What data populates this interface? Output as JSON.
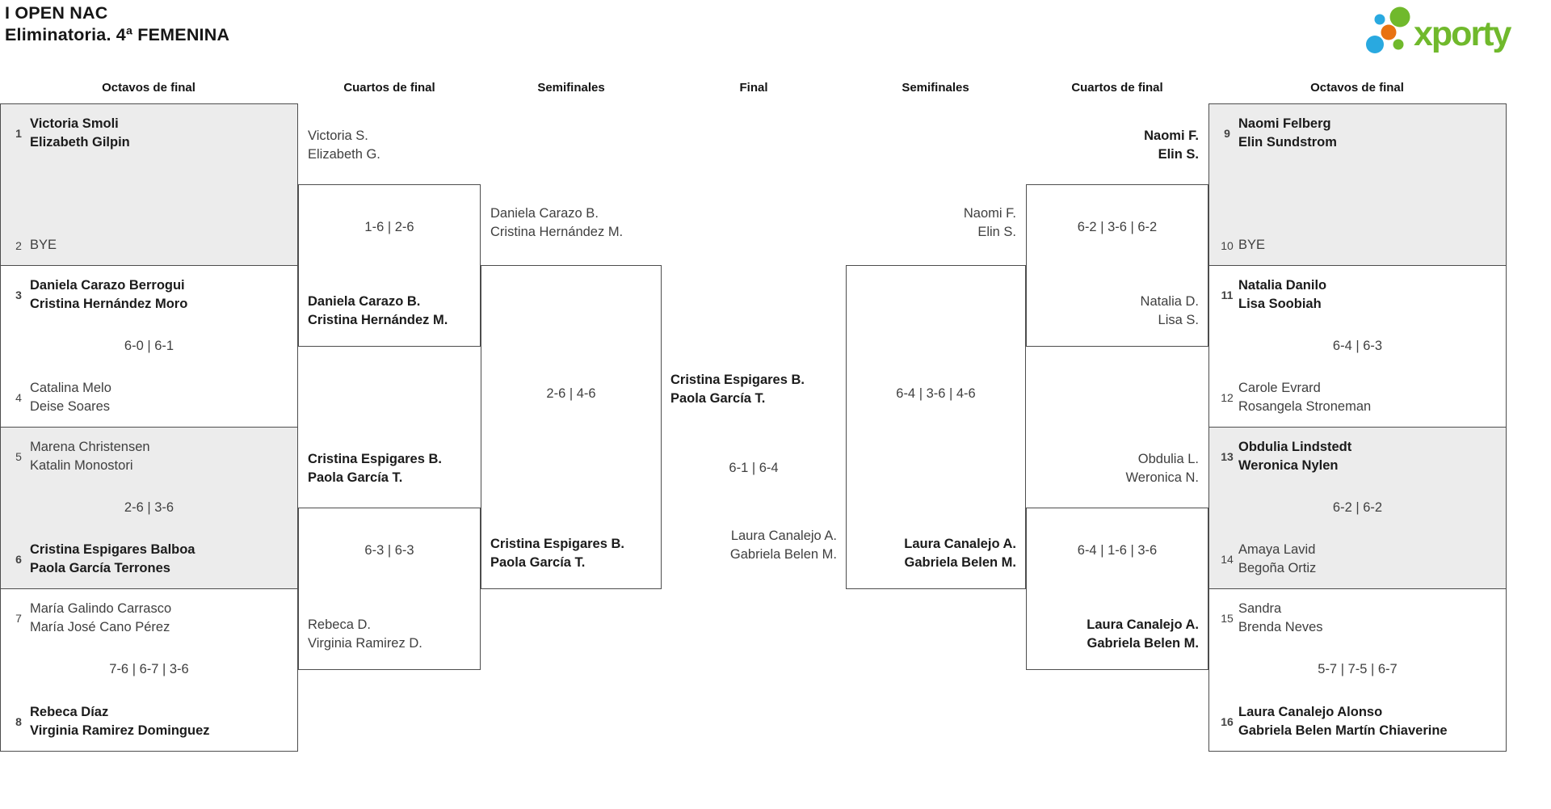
{
  "title": {
    "line1": "I OPEN NAC",
    "line2": "Eliminatoria. 4ª FEMENINA"
  },
  "logo": {
    "text": "xporty",
    "color_green": "#70b92c",
    "color_blue": "#29a9e0",
    "color_orange": "#e87211"
  },
  "round_headers": [
    "Octavos de final",
    "Cuartos de final",
    "Semifinales",
    "Final",
    "Semifinales",
    "Cuartos de final",
    "Octavos de final"
  ],
  "octavos_left": [
    {
      "seed1": "1",
      "team1": [
        "Victoria Smoli",
        "Elizabeth Gilpin"
      ],
      "score": "",
      "seed2": "2",
      "team2": [
        "BYE"
      ]
    },
    {
      "seed1": "3",
      "team1": [
        "Daniela Carazo Berrogui",
        "Cristina Hernández Moro"
      ],
      "score": "6-0 | 6-1",
      "seed2": "4",
      "team2": [
        "Catalina Melo",
        "Deise Soares"
      ]
    },
    {
      "seed1": "5",
      "team1": [
        "Marena Christensen",
        "Katalin Monostori"
      ],
      "score": "2-6 | 3-6",
      "seed2": "6",
      "team2": [
        "Cristina Espigares Balboa",
        "Paola García Terrones"
      ]
    },
    {
      "seed1": "7",
      "team1": [
        "María Galindo Carrasco",
        "María José Cano Pérez"
      ],
      "score": "7-6 | 6-7 | 3-6",
      "seed2": "8",
      "team2": [
        "Rebeca Díaz",
        "Virginia Ramirez Dominguez"
      ]
    }
  ],
  "octavos_right": [
    {
      "seed1": "9",
      "team1": [
        "Naomi Felberg",
        "Elin Sundstrom"
      ],
      "score": "",
      "seed2": "10",
      "team2": [
        "BYE"
      ]
    },
    {
      "seed1": "11",
      "team1": [
        "Natalia Danilo",
        "Lisa Soobiah"
      ],
      "score": "6-4 | 6-3",
      "seed2": "12",
      "team2": [
        "Carole Evrard",
        "Rosangela Stroneman"
      ]
    },
    {
      "seed1": "13",
      "team1": [
        "Obdulia Lindstedt",
        "Weronica Nylen"
      ],
      "score": "6-2 | 6-2",
      "seed2": "14",
      "team2": [
        "Amaya Lavid",
        "Begoña Ortiz"
      ]
    },
    {
      "seed1": "15",
      "team1": [
        "Sandra",
        "Brenda Neves"
      ],
      "score": "5-7 | 7-5 | 6-7",
      "seed2": "16",
      "team2": [
        "Laura Canalejo Alonso",
        "Gabriela Belen Martín Chiaverine"
      ]
    }
  ],
  "cuartos_left": [
    {
      "team1": [
        "Victoria S.",
        "Elizabeth G."
      ],
      "score": "1-6 | 2-6",
      "team2": [
        "Daniela Carazo B.",
        "Cristina Hernández M."
      ]
    },
    {
      "team1": [
        "Cristina Espigares B.",
        "Paola García T."
      ],
      "score": "6-3 | 6-3",
      "team2": [
        "Rebeca D.",
        "Virginia Ramirez D."
      ]
    }
  ],
  "cuartos_right": [
    {
      "team1": [
        "Naomi F.",
        "Elin S."
      ],
      "score": "6-2 | 3-6 | 6-2",
      "team2": [
        "Natalia D.",
        "Lisa S."
      ]
    },
    {
      "team1": [
        "Obdulia L.",
        "Weronica N."
      ],
      "score": "6-4 | 1-6 | 3-6",
      "team2": [
        "Laura Canalejo A.",
        "Gabriela Belen M."
      ]
    }
  ],
  "semifinal_left": {
    "team1": [
      "Daniela Carazo B.",
      "Cristina Hernández M."
    ],
    "score": "2-6 | 4-6",
    "team2": [
      "Cristina Espigares B.",
      "Paola García T."
    ]
  },
  "semifinal_right": {
    "team1": [
      "Naomi F.",
      "Elin S."
    ],
    "score": "6-4 | 3-6 | 4-6",
    "team2": [
      "Laura Canalejo A.",
      "Gabriela Belen M."
    ]
  },
  "final": {
    "team1": [
      "Cristina Espigares B.",
      "Paola García T."
    ],
    "score": "6-1 | 6-4",
    "team2": [
      "Laura Canalejo A.",
      "Gabriela Belen M."
    ]
  }
}
